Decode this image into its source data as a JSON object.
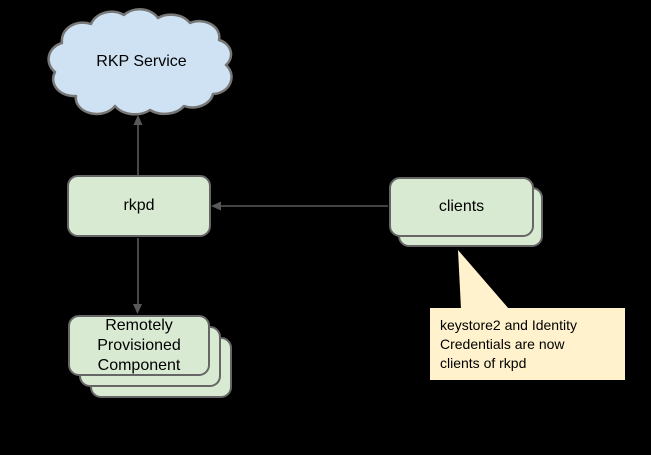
{
  "theme": {
    "background": "#000000",
    "cloud_fill": "#cfe2f3",
    "cloud_stroke": "#777777",
    "node_fill": "#d9ead3",
    "node_stroke": "#666666",
    "callout_fill": "#fff2cc",
    "connector": "#595959",
    "text": "#000000"
  },
  "diagram": {
    "rkp_service": {
      "label": "RKP Service"
    },
    "rkpd": {
      "label": "rkpd"
    },
    "clients": {
      "label": "clients"
    },
    "rpc": {
      "lines": [
        "Remotely",
        "Provisioned",
        "Component"
      ]
    },
    "callout": {
      "lines": [
        "keystore2 and Identity",
        "Credentials are now",
        "clients of rkpd"
      ]
    },
    "edges": [
      {
        "from": "rkpd",
        "to": "rkp_service",
        "arrow_at": "rkp_service"
      },
      {
        "from": "clients",
        "to": "rkpd",
        "arrow_at": "rkpd"
      },
      {
        "from": "rkpd",
        "to": "rpc",
        "arrow_at": "rpc"
      }
    ]
  }
}
